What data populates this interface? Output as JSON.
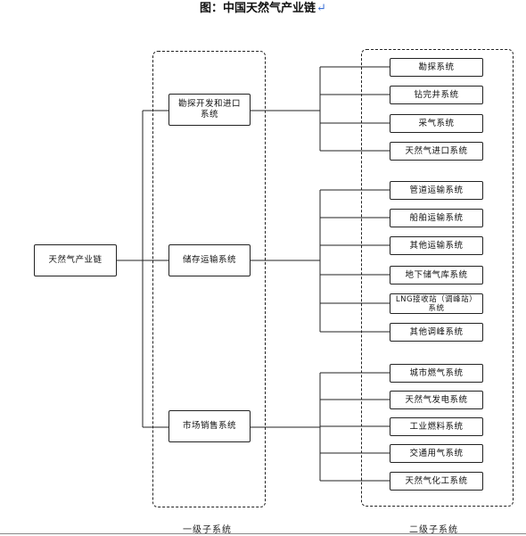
{
  "title": "图：中国天然气产业链",
  "title_mark": "↵",
  "root": "天然气产业链",
  "level1": [
    {
      "label": "勘探开发和进口系统"
    },
    {
      "label": "储存运输系统"
    },
    {
      "label": "市场销售系统"
    }
  ],
  "level2": [
    {
      "items": [
        "勘探系统",
        "钻完井系统",
        "采气系统",
        "天然气进口系统"
      ]
    },
    {
      "items": [
        "管道运输系统",
        "船舶运输系统",
        "其他运输系统",
        "地下储气库系统",
        "LNG接收站（调峰站）系统",
        "其他调峰系统"
      ]
    },
    {
      "items": [
        "城市燃气系统",
        "天然气发电系统",
        "工业燃料系统",
        "交通用气系统",
        "天然气化工系统"
      ]
    }
  ],
  "captions": {
    "level1": "一级子系统",
    "level2": "二级子系统"
  }
}
